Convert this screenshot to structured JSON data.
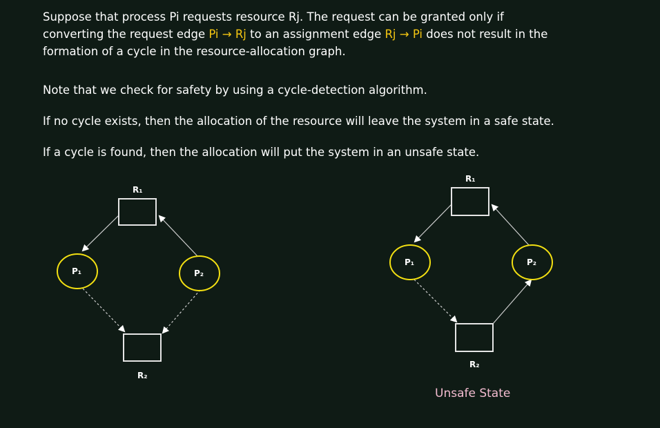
{
  "text": {
    "p1_line1": "Suppose that process Pi requests resource Rj. The request can be granted only if",
    "p1_line2_pre": "converting the request edge ",
    "p1_edge1": "Pi → Rj",
    "p1_line2_mid": " to an assignment edge ",
    "p1_edge2": "Rj → Pi",
    "p1_line2_post": " does not result in the",
    "p1_line3": "formation of a cycle in the resource-allocation graph.",
    "p2": "Note that we check for safety by using a cycle-detection algorithm.",
    "p3": "If no cycle exists, then the allocation of the resource will leave the system in a safe state.",
    "p4": "If a cycle is found, then the allocation will put the system in an unsafe state."
  },
  "left_graph": {
    "r1_label": "R₁",
    "r2_label": "R₂",
    "p1_label": "P₁",
    "p2_label": "P₂"
  },
  "right_graph": {
    "r1_label": "R₁",
    "r2_label": "R₂",
    "p1_label": "P₁",
    "p2_label": "P₂",
    "caption": "Unsafe State"
  },
  "colors": {
    "background": "#0f1b15",
    "highlight": "#f3c512",
    "process_ring": "#f3e012",
    "caption": "#f3bcd0"
  }
}
